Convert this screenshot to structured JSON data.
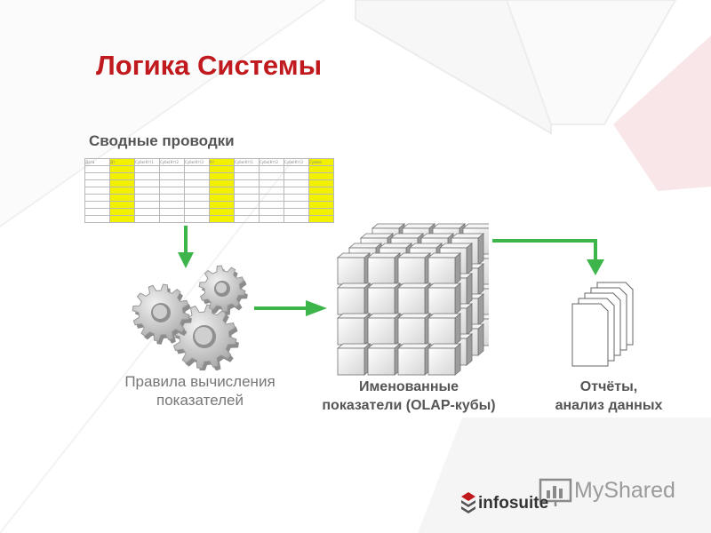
{
  "slide": {
    "title": "Логика Системы",
    "subtitle": "Сводные проводки",
    "table": {
      "header": [
        "Дата",
        "Дт",
        "Субк(Кт)1",
        "Субк(Кт)2",
        "Субк(Кт)3",
        "Кт",
        "Субк(Кт)1",
        "Субк(Кт)2",
        "Субк(Кт)3",
        "Сумма"
      ],
      "yellow_columns": [
        1,
        5,
        9
      ],
      "body_rows": 8
    },
    "captions": {
      "rules": [
        "Правила вычисления",
        "показателей"
      ],
      "cubes": [
        "Именованные",
        "показатели (OLAP-кубы)"
      ],
      "reports": [
        "Отчёты,",
        "анализ данных"
      ]
    },
    "watermark": "MyShared",
    "brand": "infosuite",
    "colors": {
      "accent": "#c0191e",
      "arrow": "#3db54a",
      "highlight": "#f3f000"
    },
    "icons": [
      "gears-icon",
      "olap-cube-icon",
      "documents-icon",
      "arrow-icon"
    ]
  }
}
